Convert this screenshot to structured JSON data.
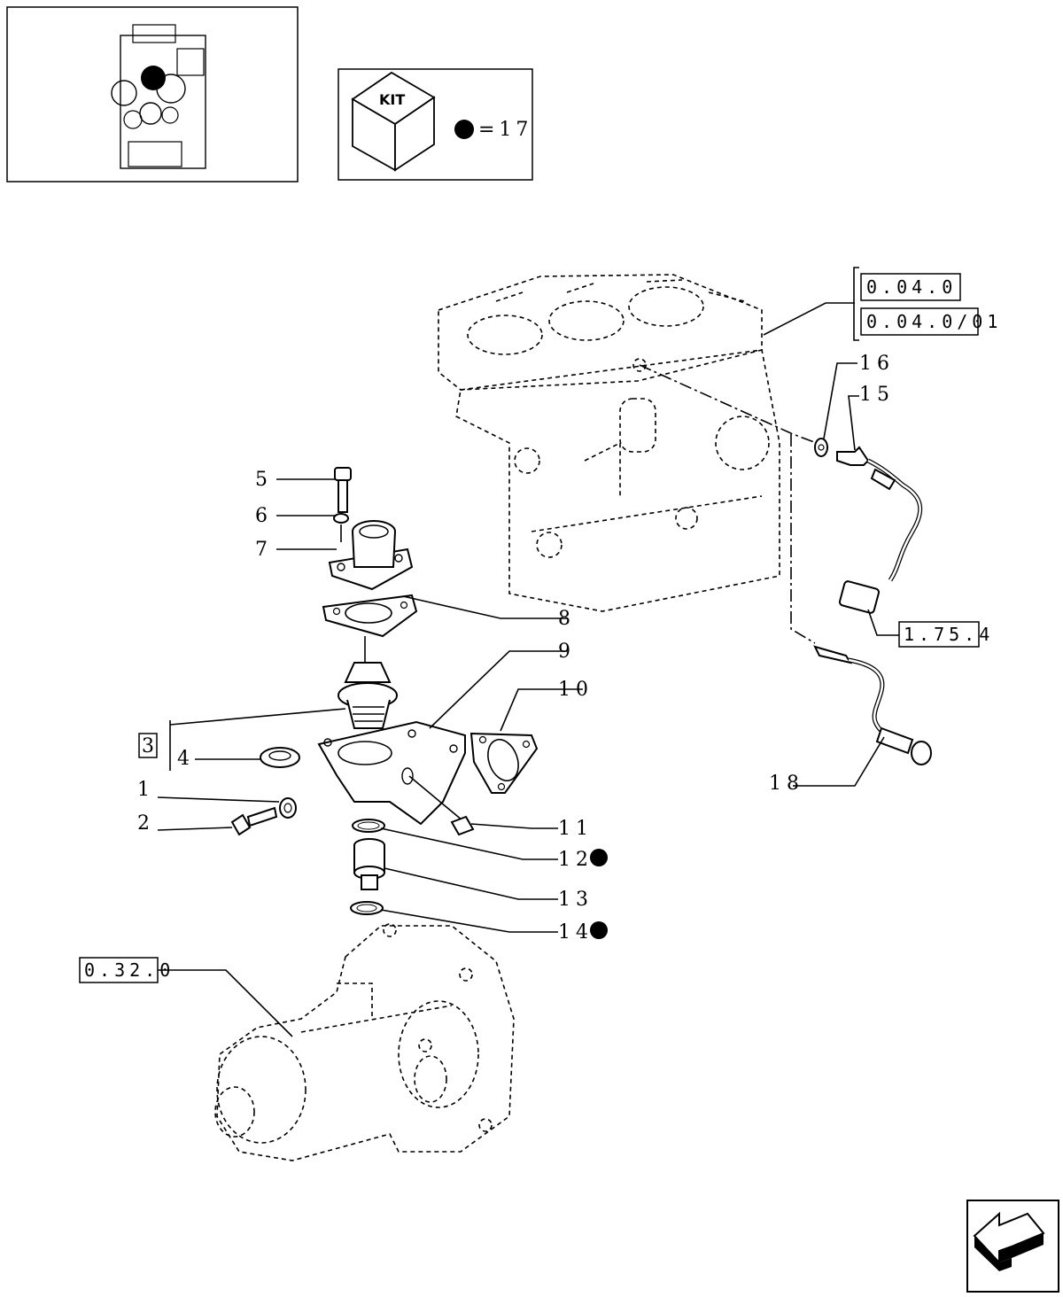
{
  "kit_legend": {
    "kit_label": "KIT",
    "equals_text": "=17"
  },
  "part_labels": {
    "p1": "1",
    "p2": "2",
    "p3": "3",
    "p4": "4",
    "p5": "5",
    "p6": "6",
    "p7": "7",
    "p8": "8",
    "p9": "9",
    "p10": "10",
    "p11": "11",
    "p12": "12",
    "p13": "13",
    "p14": "14",
    "p15": "15",
    "p16": "16",
    "p18": "18"
  },
  "references": {
    "r1": "0.04.0",
    "r2": "0.04.0/01",
    "r3": "1.75.4",
    "r4": "0.32.0"
  },
  "kit_marked_parts": [
    "12",
    "14"
  ]
}
